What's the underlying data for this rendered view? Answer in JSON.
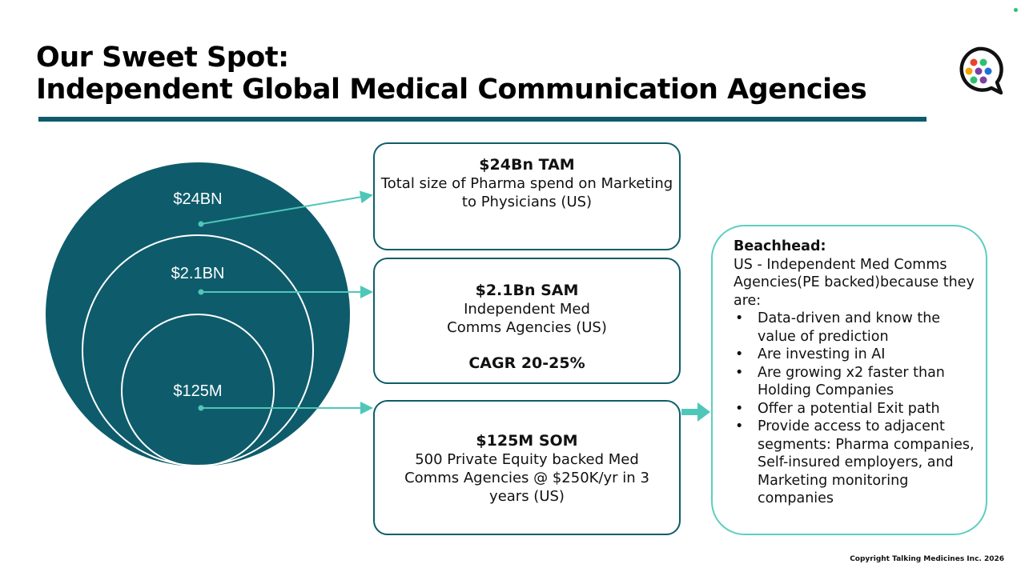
{
  "slide": {
    "title_line1": "Our Sweet Spot:",
    "title_line2": "Independent Global Medical Communication Agencies",
    "copyright": "Copyright Talking Medicines Inc. 2026"
  },
  "circles": {
    "tam_label": "$24BN",
    "sam_label": "$2.1BN",
    "som_label": "$125M"
  },
  "boxes": {
    "tam": {
      "heading": "$24Bn TAM",
      "text": "Total size of Pharma spend on Marketing to Physicians (US)"
    },
    "sam": {
      "heading": "$2.1Bn SAM",
      "text": "Independent Med Comms Agencies (US)",
      "cagr": "CAGR 20-25%"
    },
    "som": {
      "heading": "$125M SOM",
      "text": "500 Private Equity backed Med Comms Agencies @ $250K/yr in 3 years (US)"
    }
  },
  "beachhead": {
    "heading": "Beachhead:",
    "intro": "US - Independent Med Comms Agencies(PE backed)because they are:",
    "bullets": [
      "Data-driven and know the value of prediction",
      "Are investing in AI",
      "Are growing x2 faster than Holding Companies",
      "Offer a potential Exit path",
      "Provide access to adjacent segments: Pharma companies, Self-insured employers, and Marketing monitoring companies"
    ]
  },
  "colors": {
    "teal_dark": "#0e5c6b",
    "teal_light": "#4fc7b8",
    "logo_dots": [
      "#e8452e",
      "#2fbf71",
      "#7b3fa0",
      "#1f6fd6",
      "#f2a400",
      "#7b3fa0"
    ]
  },
  "icons": {
    "logo": "talking-medicines-speech-bubble-logo"
  }
}
